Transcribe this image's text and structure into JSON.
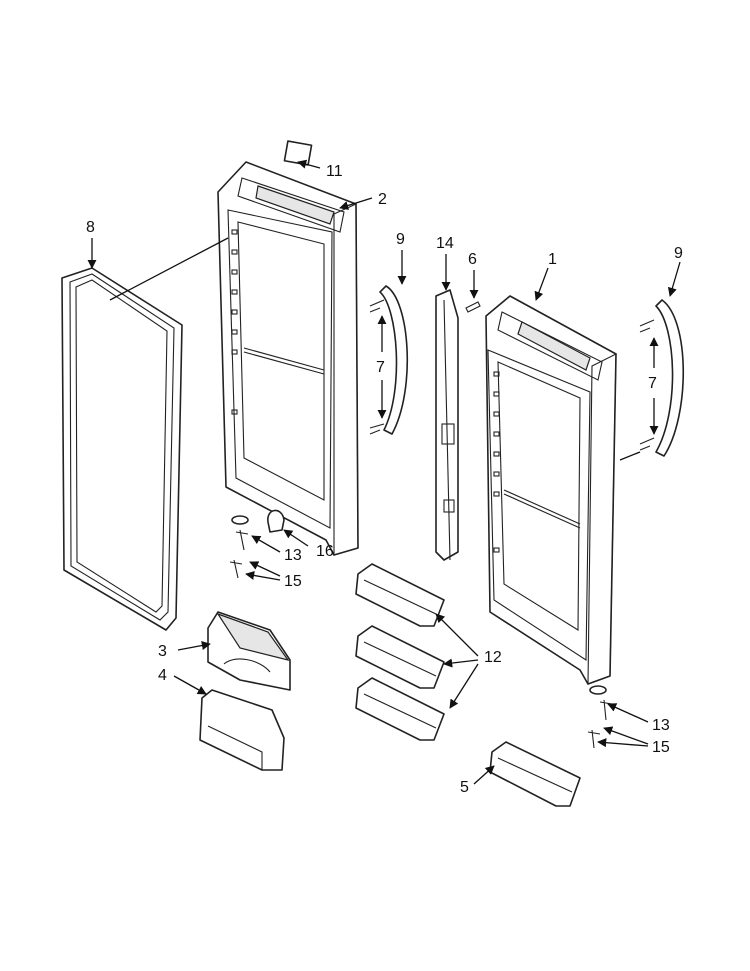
{
  "diagram": {
    "callouts": [
      {
        "id": "c11",
        "label": "11"
      },
      {
        "id": "c2",
        "label": "2"
      },
      {
        "id": "c8",
        "label": "8"
      },
      {
        "id": "c9a",
        "label": "9"
      },
      {
        "id": "c7a",
        "label": "7"
      },
      {
        "id": "c14",
        "label": "14"
      },
      {
        "id": "c6",
        "label": "6"
      },
      {
        "id": "c1",
        "label": "1"
      },
      {
        "id": "c9b",
        "label": "9"
      },
      {
        "id": "c7b",
        "label": "7"
      },
      {
        "id": "c13a",
        "label": "13"
      },
      {
        "id": "c16",
        "label": "16"
      },
      {
        "id": "c15a",
        "label": "15"
      },
      {
        "id": "c3",
        "label": "3"
      },
      {
        "id": "c4",
        "label": "4"
      },
      {
        "id": "c12",
        "label": "12"
      },
      {
        "id": "c13b",
        "label": "13"
      },
      {
        "id": "c15b",
        "label": "15"
      },
      {
        "id": "c5",
        "label": "5"
      }
    ]
  }
}
